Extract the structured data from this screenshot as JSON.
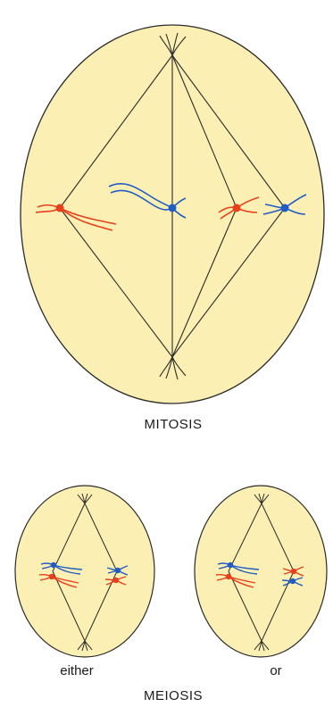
{
  "labels": {
    "mitosis": "MITOSIS",
    "either": "either",
    "or": "or",
    "meiosis": "MEIOSIS"
  },
  "colors": {
    "cell_fill": "#fcefb4",
    "outline": "#2b2b2b",
    "chromosome_red": "#e8401c",
    "chromosome_blue": "#1f5cc4",
    "spindle": "#2b2b2b"
  }
}
